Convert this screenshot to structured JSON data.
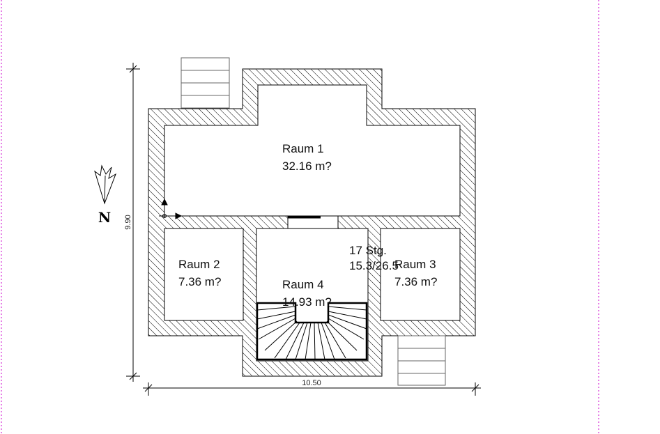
{
  "rooms": [
    {
      "name": "Raum 1",
      "area": "32.16 m?"
    },
    {
      "name": "Raum 2",
      "area": "7.36 m?"
    },
    {
      "name": "Raum 3",
      "area": "7.36 m?"
    },
    {
      "name": "Raum 4",
      "area": "14.93 m?"
    }
  ],
  "stair": {
    "steps": "17 Stg.",
    "ratio": "15.3/26.5"
  },
  "dimensions": {
    "width": "10.50",
    "height": "9.90"
  },
  "north_label": "N",
  "colors": {
    "line": "#000000",
    "guide": "#cc00cc",
    "paper": "#ffffff"
  }
}
